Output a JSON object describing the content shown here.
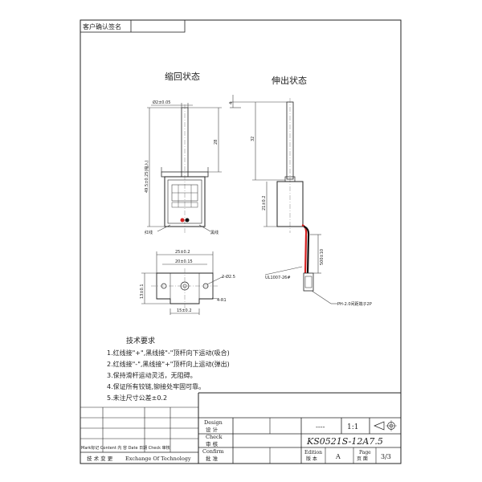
{
  "header": {
    "customer_signature_label": "客户确认签名"
  },
  "views": {
    "retracted_title": "缩回状态",
    "extended_title": "伸出状态"
  },
  "dimensions": {
    "rod_dia": "Ø2±0.05",
    "body_height": "49.5±0.25(缩入)",
    "rod_len": "28",
    "stroke": "4",
    "ext_len": "32",
    "ext_body": "21±0.2",
    "wire_len": "500±10",
    "bracket_w": "25±0.2",
    "hole_span": "20±0.15",
    "holes": "2-Ø2.5",
    "height_side": "13±0.1",
    "radius": "4-R1",
    "bottom_w": "15±0.2"
  },
  "labels": {
    "red_wire": "红线",
    "black_wire": "黑线",
    "cable": "UL1007-26#",
    "connector": "PH-2.0间距端子2P"
  },
  "requirements": {
    "title": "技术要求",
    "items": [
      "1.红线接\"+\",黑线接\"-\"顶杆向下运动(吸合)",
      "2.红线接\"-\",黑线接\"+\"顶杆向上运动(弹出)",
      "3.保持滑杆运动灵活，无阻碍。",
      "4.保证所有铰链,铆接处牢固可靠。",
      "5.未注尺寸公差±0.2"
    ]
  },
  "title_block": {
    "design_en": "Design",
    "design_cn": "设 计",
    "check_en": "Check",
    "check_cn": "审 核",
    "confirm_en": "Confirm",
    "confirm_cn": "批 准",
    "dash": "----",
    "scale": "1:1",
    "part_no": "KS0521S-12A7.5",
    "edition_en": "Edition",
    "edition_cn": "版 本",
    "edition_val": "A",
    "page_en": "Page",
    "page_cn": "页 面",
    "page_val": "3/3",
    "rev_header": "Mark标记  Content 内 容  Date 日期 Check 审核",
    "rev_footer_cn": "技 术 变 更",
    "rev_footer_en": "Exchange Of Technology"
  },
  "colors": {
    "red_wire": "#d42020",
    "black_wire": "#111111"
  }
}
